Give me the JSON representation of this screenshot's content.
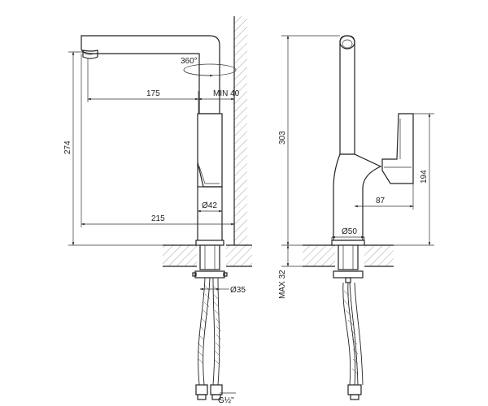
{
  "labels": {
    "rotation": "360°",
    "spout_reach": "175",
    "min_wall": "MIN 40",
    "height_left": "274",
    "diameter_base_left": "Ø42",
    "depth_left": "215",
    "diameter_hole": "Ø35",
    "thread": "G½\"",
    "height_total": "303",
    "height_lever": "194",
    "lever_reach": "87",
    "diameter_base_right": "Ø50",
    "max_counter": "MAX 32"
  }
}
